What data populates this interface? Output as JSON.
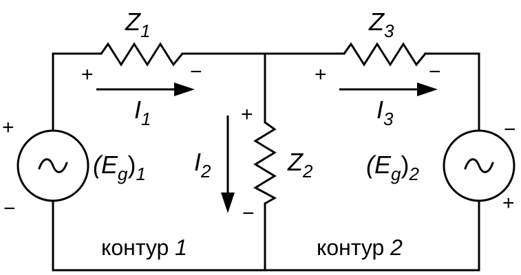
{
  "impedances": {
    "z1": {
      "main": "Z",
      "sub": "1"
    },
    "z2": {
      "main": "Z",
      "sub": "2"
    },
    "z3": {
      "main": "Z",
      "sub": "3"
    }
  },
  "currents": {
    "i1": {
      "main": "I",
      "sub": "1"
    },
    "i2": {
      "main": "I",
      "sub": "2"
    },
    "i3": {
      "main": "I",
      "sub": "3"
    }
  },
  "sources": {
    "e1": {
      "open": "(E",
      "g": "g",
      "close": ")",
      "sub": "1"
    },
    "e2": {
      "open": "(E",
      "g": "g",
      "close": ")",
      "sub": "2"
    }
  },
  "signs": {
    "plus": "+",
    "minus": "−"
  },
  "loops": {
    "loop1": {
      "text": "контур ",
      "num": "1"
    },
    "loop2": {
      "text": "контур ",
      "num": "2"
    }
  },
  "tilde_glyph": "~"
}
